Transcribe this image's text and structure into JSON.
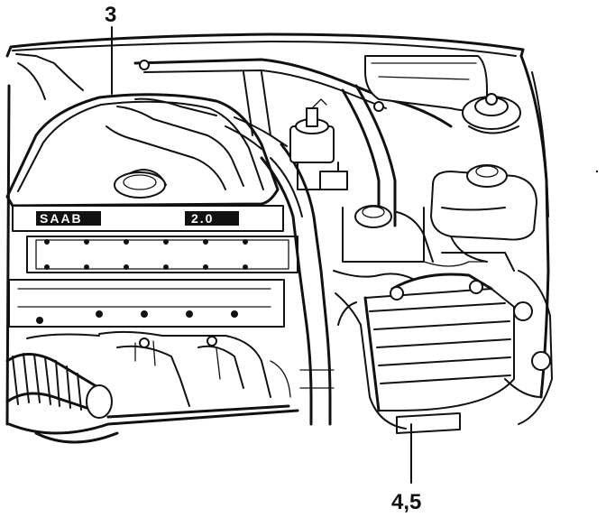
{
  "callouts": {
    "engine_cover": "3",
    "battery": "4,5"
  },
  "engine_badges": {
    "brand": "SAAB",
    "displacement": "2.0"
  }
}
